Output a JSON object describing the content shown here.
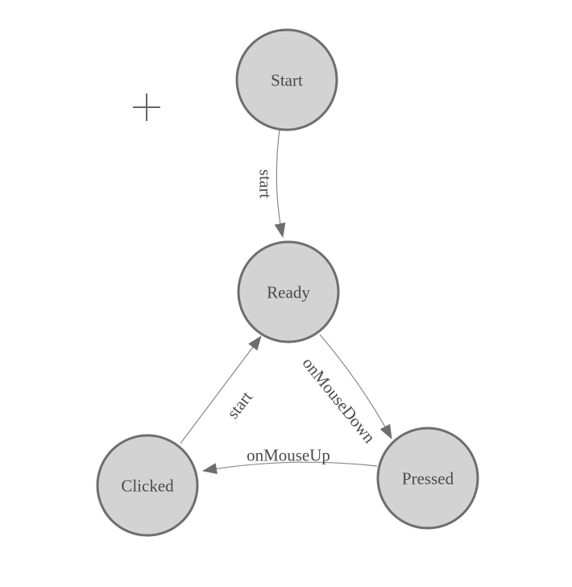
{
  "diagram": {
    "kind": "finite-state-machine",
    "nodes": [
      {
        "id": "start",
        "label": "Start"
      },
      {
        "id": "ready",
        "label": "Ready"
      },
      {
        "id": "clicked",
        "label": "Clicked"
      },
      {
        "id": "pressed",
        "label": "Pressed"
      }
    ],
    "edges": [
      {
        "id": "start-to-ready",
        "label": "start",
        "from": "start",
        "to": "ready"
      },
      {
        "id": "ready-to-pressed",
        "label": "onMouseDown",
        "from": "ready",
        "to": "pressed"
      },
      {
        "id": "pressed-to-clicked",
        "label": "onMouseUp",
        "from": "pressed",
        "to": "clicked"
      },
      {
        "id": "clicked-to-ready",
        "label": "start",
        "from": "clicked",
        "to": "ready"
      }
    ],
    "colors": {
      "background": "#ffffff",
      "node_fill": "#d3d3d3",
      "node_border": "#6e6e6e",
      "edge_line": "#888888",
      "arrowhead": "#6e6e6e",
      "label_text": "#4a4a4a",
      "crosshair": "#666666"
    }
  }
}
